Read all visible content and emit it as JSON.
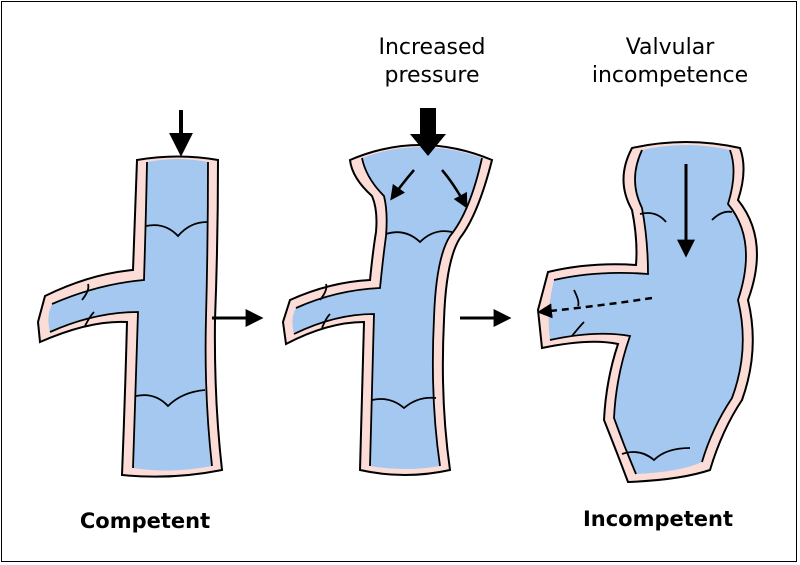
{
  "labels": {
    "increased_pressure": "Increased\npressure",
    "valvular_incompetence": "Valvular\nincompetence",
    "competent": "Competent",
    "incompetent": "Incompetent"
  },
  "colors": {
    "blood": "#a4c8f0",
    "vein_wall": "#fbdcd6",
    "outline": "#000000"
  }
}
